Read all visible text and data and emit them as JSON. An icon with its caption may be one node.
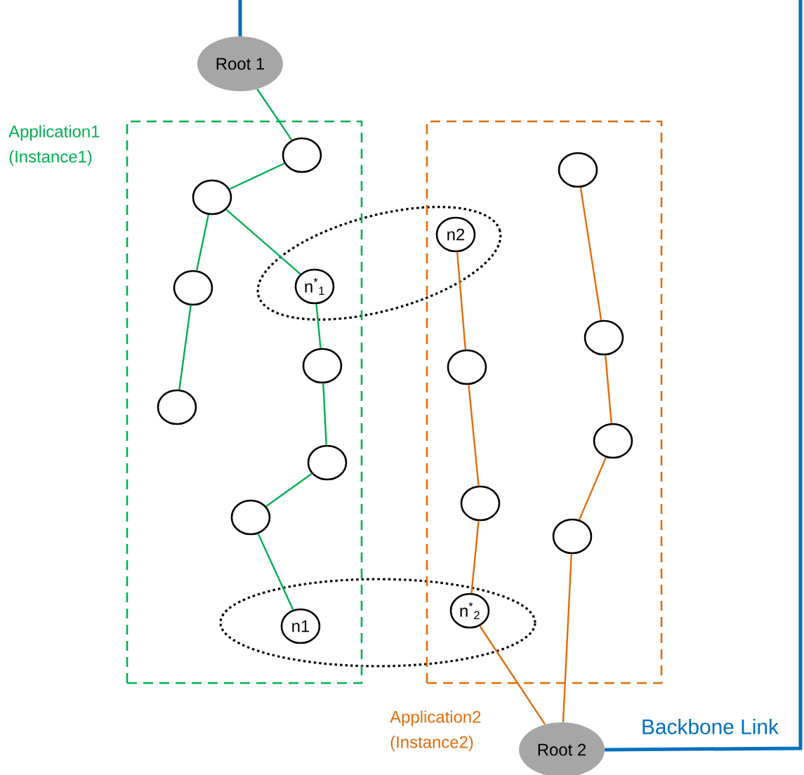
{
  "diagram": {
    "nodes": [
      {
        "text": [
          "Application1 (Instance1)"
        ]
      },
      {
        "text": [
          "Application2 (Instance2)"
        ]
      },
      {
        "text": [
          "Root 1"
        ]
      },
      {
        "text": [
          "Root 2"
        ]
      },
      {
        "text": [],
        "shape": "circle",
        "in": 0
      },
      {
        "text": [],
        "shape": "circle",
        "in": 0
      },
      {
        "text": [],
        "shape": "circle",
        "in": 0
      },
      {
        "text": [],
        "shape": "circle",
        "in": 0
      },
      {
        "text": [
          "n$^{*}$$_{1}$"
        ],
        "in": 0
      },
      {
        "text": [],
        "shape": "circle",
        "in": 0
      },
      {
        "text": [],
        "shape": "circle",
        "in": 0
      },
      {
        "text": [],
        "shape": "circle",
        "in": 0
      },
      {
        "text": [
          "n1"
        ],
        "in": 0
      },
      {
        "text": [
          "n2"
        ],
        "in": 1
      },
      {
        "text": [],
        "shape": "circle",
        "in": 1
      },
      {
        "text": [],
        "shape": "circle",
        "in": 1
      },
      {
        "text": [],
        "shape": "circle",
        "in": 1
      },
      {
        "text": [],
        "shape": "circle",
        "in": 1
      },
      {
        "text": [],
        "shape": "circle",
        "in": 1
      },
      {
        "text": [],
        "shape": "circle",
        "in": 1
      },
      {
        "text": [
          "n$^{*}$$_{2}$"
        ],
        "in": 1
      }
    ],
    "edges": [
      {
        "from": 2,
        "to": 4,
        "arrow": "none"
      },
      {
        "from": 4,
        "to": 5,
        "arrow": "none"
      },
      {
        "from": 5,
        "to": 6,
        "arrow": "none"
      },
      {
        "from": 5,
        "to": 8,
        "arrow": "none"
      },
      {
        "from": 6,
        "to": 7,
        "arrow": "none"
      },
      {
        "from": 8,
        "to": 9,
        "arrow": "none"
      },
      {
        "from": 9,
        "to": 10,
        "arrow": "none"
      },
      {
        "from": 10,
        "to": 11,
        "arrow": "none"
      },
      {
        "from": 11,
        "to": 12,
        "arrow": "none"
      },
      {
        "from": 13,
        "to": 15,
        "arrow": "none",
        "color": "#e36c09"
      },
      {
        "from": 15,
        "to": 17,
        "arrow": "none",
        "color": "#e36c09"
      },
      {
        "from": 17,
        "to": 20,
        "arrow": "none",
        "color": "#e36c09"
      },
      {
        "from": 20,
        "to": 3,
        "arrow": "none",
        "color": "#e36c09"
      },
      {
        "from": 14,
        "to": 16,
        "arrow": "none",
        "color": "#e36c09"
      },
      {
        "from": 16,
        "to": 18,
        "arrow": "none",
        "color": "#e36c09"
      },
      {
        "from": 18,
        "to": 19,
        "arrow": "none",
        "color": "#e36c09"
      },
      {
        "from": 19,
        "to": 3,
        "arrow": "none",
        "color": "#e36c09"
      },
      {
        "from": 2,
        "to": 3,
        "arrow": "none",
        "label": "Backbone Link",
        "style": "thick",
        "color": "#0070c0"
      }
    ]
  }
}
